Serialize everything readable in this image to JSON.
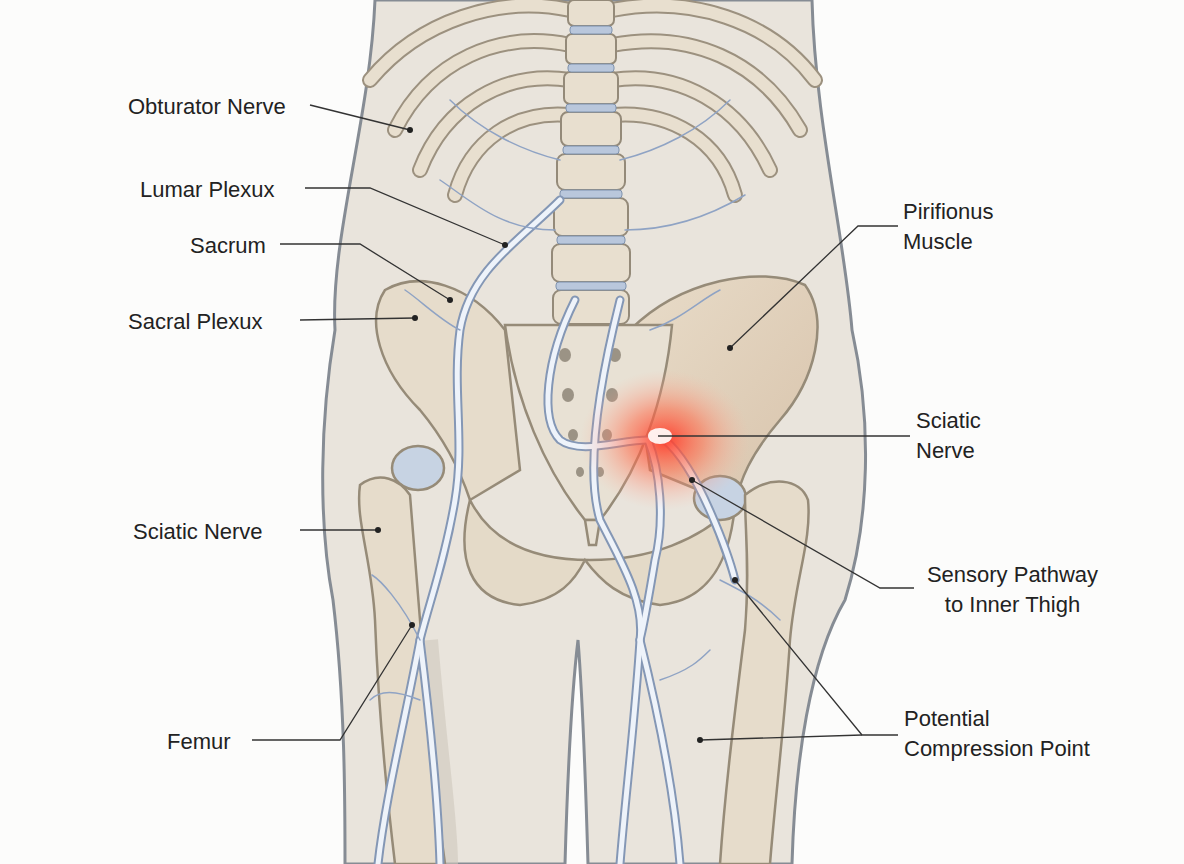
{
  "diagram": {
    "labels": [
      "Obturator Nerve",
      "Lumar Plexux",
      "Sacrum",
      "Sacral Plexux",
      "Sciatic Nerve",
      "Femur",
      "Pirifionus Muscle",
      "Sciatic Nerve",
      "Sensory Pathway to Inner Thigh",
      "Potential Compression Point"
    ]
  }
}
